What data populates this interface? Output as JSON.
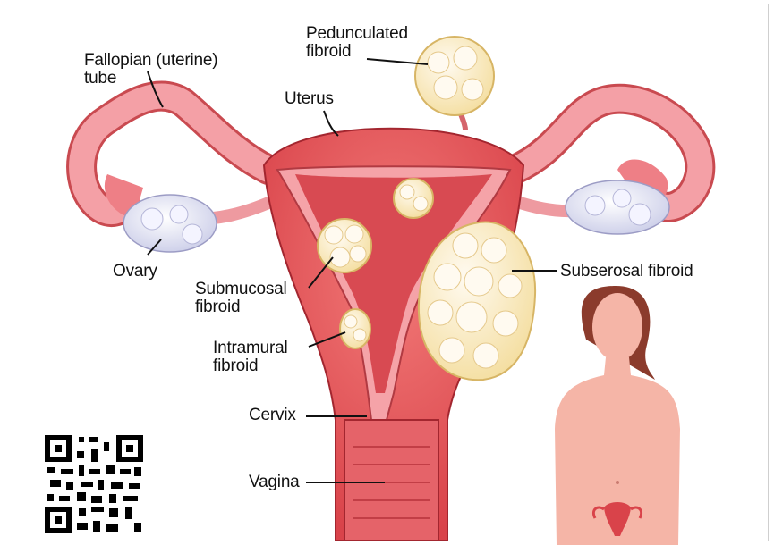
{
  "colors": {
    "uterus": "#e8585c",
    "uterus_dark": "#b8323a",
    "tube": "#f4a0a6",
    "fibroid": "#fbefc8",
    "fibroid_edge": "#e4c37c",
    "ovary": "#e2e3f3",
    "silhouette": "#f5b5a7",
    "hair": "#8b3b2c"
  },
  "labels": {
    "fallopian_line1": "Fallopian (uterine)",
    "fallopian_line2": "tube",
    "pedunculated_line1": "Pedunculated",
    "pedunculated_line2": "fibroid",
    "uterus": "Uterus",
    "ovary": "Ovary",
    "submucosal_line1": "Submucosal",
    "submucosal_line2": "fibroid",
    "intramural_line1": "Intramural",
    "intramural_line2": "fibroid",
    "subserosal": "Subserosal fibroid",
    "cervix": "Cervix",
    "vagina": "Vagina"
  }
}
